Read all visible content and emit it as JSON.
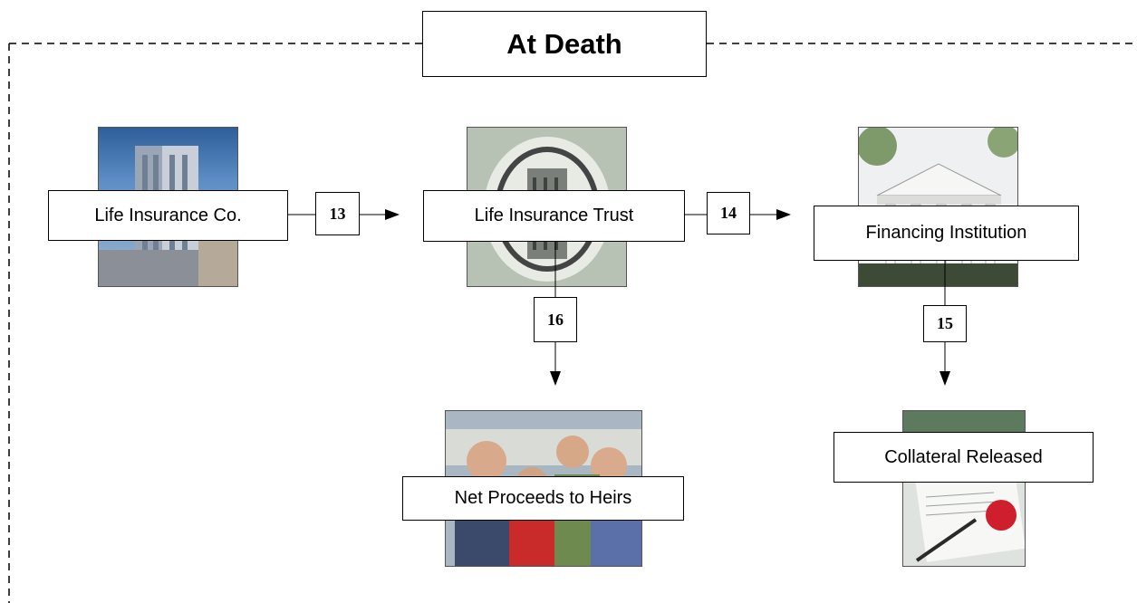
{
  "title": "At Death",
  "nodes": {
    "life_insurance_co": "Life Insurance Co.",
    "life_insurance_trust": "Life Insurance Trust",
    "financing_institution": "Financing Institution",
    "net_proceeds": "Net Proceeds to Heirs",
    "collateral_released": "Collateral Released"
  },
  "steps": {
    "s13": "13",
    "s14": "14",
    "s15": "15",
    "s16": "16"
  }
}
